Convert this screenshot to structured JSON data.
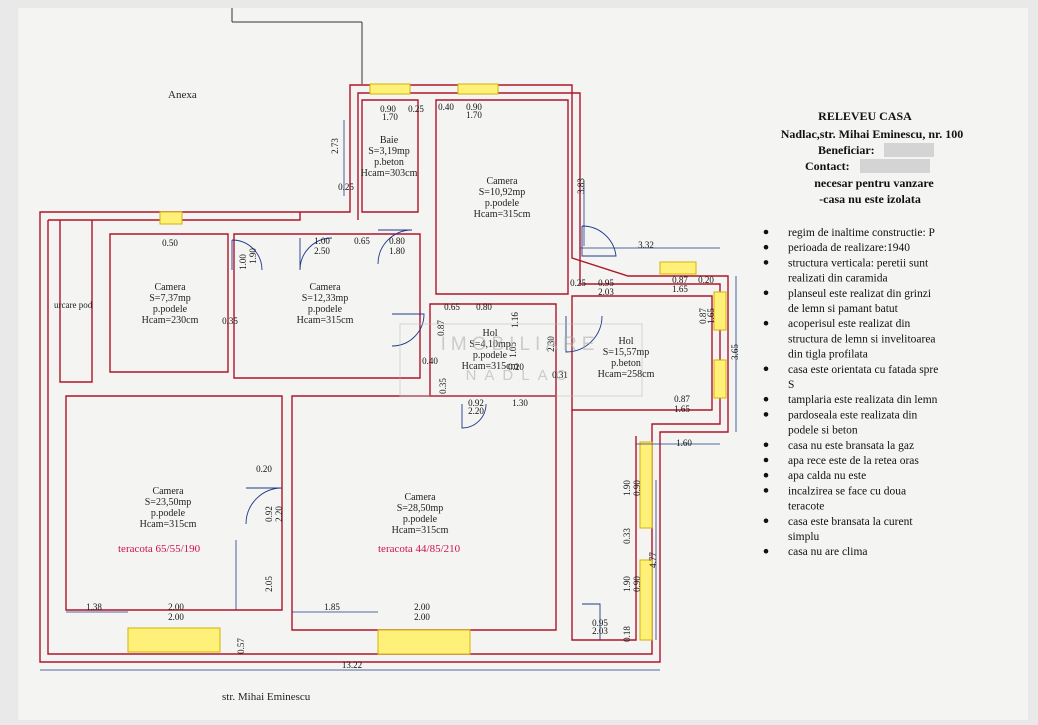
{
  "labels": {
    "anexa": "Anexa",
    "urcare_pod": "urcare pod",
    "street": "str. Mihai Eminescu",
    "watermark1": "IMOBILIARE",
    "watermark2": "NĂDLAC"
  },
  "header": {
    "title": "RELEVEU CASA",
    "address": "Nadlac,str. Mihai Eminescu, nr. 100",
    "beneficiar": "Beneficiar:",
    "contact": "Contact:",
    "purpose1": "necesar pentru vanzare",
    "purpose2": "-casa nu este izolata"
  },
  "notes": [
    "regim de inaltime constructie: P",
    "perioada de realizare:1940",
    "structura verticala: peretii sunt",
    "realizati din caramida",
    "planseul este realizat din grinzi",
    "de lemn si pamant batut",
    "acoperisul este realizat din",
    "structura de lemn si invelitoarea",
    "din  tigla profilata",
    "casa este orientata cu fatada spre",
    "S",
    "tamplaria este realizata din lemn",
    "pardoseala este realizata din",
    "podele si beton",
    "casa nu este bransata la gaz",
    "apa rece este de la retea oras",
    "apa calda nu este",
    "incalzirea se face cu doua",
    "teracote",
    "casa este bransata la curent",
    "simplu",
    "casa nu are clima"
  ],
  "rooms": {
    "baie": [
      "Baie",
      "S=3,19mp",
      "p.beton",
      "Hcam=303cm"
    ],
    "cam1092": [
      "Camera",
      "S=10,92mp",
      "p.podele",
      "Hcam=315cm"
    ],
    "cam737": [
      "Camera",
      "S=7,37mp",
      "p.podele",
      "Hcam=230cm"
    ],
    "cam1233": [
      "Camera",
      "S=12,33mp",
      "p.podele",
      "Hcam=315cm"
    ],
    "hol410": [
      "Hol",
      "S=4,10mp",
      "p.podele",
      "Hcam=315cm"
    ],
    "hol1557": [
      "Hol",
      "S=15,57mp",
      "p.beton",
      "Hcam=258cm"
    ],
    "cam2350": [
      "Camera",
      "S=23,50mp",
      "p.podele",
      "Hcam=315cm"
    ],
    "cam2850": [
      "Camera",
      "S=28,50mp",
      "p.podele",
      "Hcam=315cm"
    ]
  },
  "terracotta": {
    "t1": "teracota 65/55/190",
    "t2": "teracota 44/85/210"
  },
  "dims": {
    "d090a": "0.90",
    "d025a": "0.25",
    "d040": "0.40",
    "d090b": "0.90",
    "d170a": "1.70",
    "d170b": "1.70",
    "d273": "2.73",
    "d025b": "0.25",
    "d383": "3.83",
    "d050": "0.50",
    "d100a": "1.00",
    "d250": "2.50",
    "d065a": "0.65",
    "d080a": "0.80",
    "d180": "1.80",
    "d100b": "1.00",
    "d190a": "1.90",
    "d025c": "0.25",
    "d095": "0.95",
    "d203a": "2.03",
    "d332": "3.32",
    "d087a": "0.87",
    "d165a": "1.65",
    "d020a": "0.20",
    "d065b": "0.65",
    "d080b": "0.80",
    "d087b": "0.87",
    "d116": "1.16",
    "d035": "0.35",
    "d040b": "0.40",
    "d105": "1.05",
    "d230": "2.30",
    "d020b": "0.20",
    "d031": "0.31",
    "d035b": "0.35",
    "d092": "0.92",
    "d220": "2.20",
    "d130": "1.30",
    "d087c": "0.87",
    "d165b": "1.65",
    "d087d": "0.87",
    "d165c": "1.65",
    "d365": "3.65",
    "d160": "1.60",
    "d020c": "0.20",
    "d092b": "0.92",
    "d220b": "2.20",
    "d190b": "1.90",
    "d090c": "0.90",
    "d033": "0.33",
    "d477": "4.77",
    "d090d": "0.90",
    "d190c": "1.90",
    "d205": "2.05",
    "d138": "1.38",
    "d200a": "2.00",
    "d200b": "2.00",
    "d057": "0.57",
    "d185": "1.85",
    "d200c": "2.00",
    "d200d": "2.00",
    "d095b": "0.95",
    "d203b": "2.03",
    "d018": "0.18",
    "d1322": "13.22"
  }
}
